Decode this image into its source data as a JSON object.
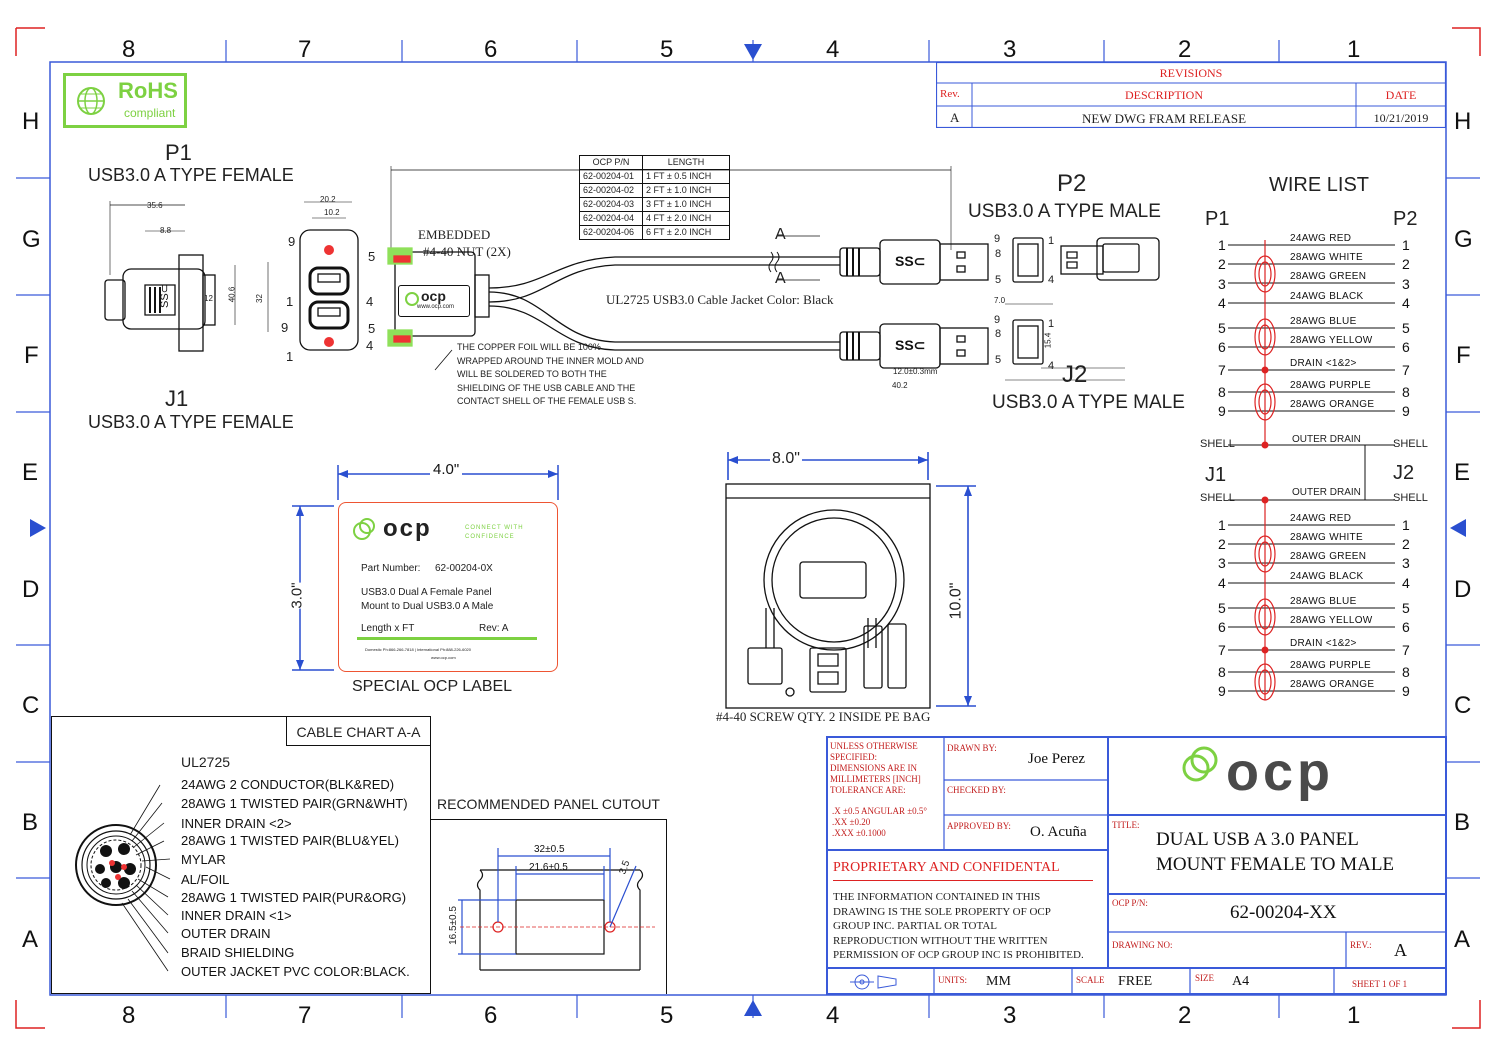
{
  "grid": {
    "columns_top": [
      "8",
      "7",
      "6",
      "5",
      "4",
      "3",
      "2",
      "1"
    ],
    "columns_bottom": [
      "8",
      "7",
      "6",
      "5",
      "4",
      "3",
      "2",
      "1"
    ],
    "rows_left": [
      "H",
      "G",
      "F",
      "E",
      "D",
      "C",
      "B",
      "A"
    ],
    "rows_right": [
      "H",
      "G",
      "F",
      "E",
      "D",
      "C",
      "B",
      "A"
    ]
  },
  "rohs": {
    "title": "RoHS",
    "subtitle": "compliant"
  },
  "revisions": {
    "title": "REVISIONS",
    "headers": [
      "Rev.",
      "DESCRIPTION",
      "DATE"
    ],
    "rows": [
      [
        "A",
        "NEW DWG FRAM RELEASE",
        "10/21/2019"
      ]
    ]
  },
  "p1": {
    "title": "P1",
    "subtitle": "USB3.0 A TYPE FEMALE"
  },
  "j1": {
    "title": "J1",
    "subtitle": "USB3.0 A TYPE FEMALE"
  },
  "p2": {
    "title": "P2",
    "subtitle": "USB3.0 A TYPE MALE"
  },
  "j2": {
    "title": "J2",
    "subtitle": "USB3.0 A TYPE MALE"
  },
  "dims": {
    "d356": "35.6",
    "d88": "8.8",
    "d406": "40.6",
    "d12": "12",
    "d202": "20.2",
    "d102": "10.2",
    "d32": "32",
    "d70": "7.0",
    "d154": "15.4",
    "d12mm": "12.0±0.3mm",
    "d402": "40.2"
  },
  "pins_female": [
    "9",
    "1",
    "9",
    "1",
    "5",
    "4",
    "5",
    "4"
  ],
  "pins_male_top": [
    "9",
    "8",
    "5",
    "1",
    "4"
  ],
  "pins_male_bottom": [
    "9",
    "8",
    "5",
    "1",
    "4"
  ],
  "embedded": {
    "line1": "EMBEDDED",
    "line2": "#4-40 NUT (2X)"
  },
  "length_table": {
    "headers": [
      "OCP P/N",
      "LENGTH"
    ],
    "rows": [
      [
        "62-00204-01",
        "1 FT ± 0.5 INCH"
      ],
      [
        "62-00204-02",
        "2 FT ± 1.0 INCH"
      ],
      [
        "62-00204-03",
        "3 FT ± 1.0 INCH"
      ],
      [
        "62-00204-04",
        "4 FT ± 2.0 INCH"
      ],
      [
        "62-00204-06",
        "6 FT ± 2.0 INCH"
      ]
    ]
  },
  "section_marks": [
    "A",
    "A"
  ],
  "cable_note": "UL2725 USB3.0 Cable Jacket Color: Black",
  "foil_note": [
    "THE COPPER FOIL WILL BE 100%",
    "WRAPPED AROUND THE INNER MOLD AND",
    "WILL BE SOLDERED TO BOTH THE",
    "SHIELDING OF THE USB CABLE AND THE",
    "CONTACT SHELL OF THE FEMALE USB S."
  ],
  "ocp_small": {
    "logo": "ocp",
    "url": "www.ocp.com"
  },
  "wire_list": {
    "title": "WIRE LIST",
    "left_top": "P1",
    "right_top": "P2",
    "left_bottom": "J1",
    "right_bottom": "J2",
    "shell": "SHELL",
    "outer_drain": "OUTER DRAIN",
    "rows": [
      {
        "n": "1",
        "label": "24AWG RED"
      },
      {
        "n": "2",
        "label": "28AWG WHITE"
      },
      {
        "n": "3",
        "label": "28AWG GREEN"
      },
      {
        "n": "4",
        "label": "24AWG BLACK"
      },
      {
        "n": "5",
        "label": "28AWG BLUE"
      },
      {
        "n": "6",
        "label": "28AWG YELLOW"
      },
      {
        "n": "7",
        "label": "DRAIN <1&2>"
      },
      {
        "n": "8",
        "label": "28AWG PURPLE"
      },
      {
        "n": "9",
        "label": "28AWG ORANGE"
      }
    ]
  },
  "label_card": {
    "width": "4.0\"",
    "height": "3.0\"",
    "logo": "ocp",
    "tagline_1": "CONNECT WITH",
    "tagline_2": "CONFIDENCE",
    "part_label": "Part Number:",
    "part_value": "62-00204-0X",
    "desc_1": "USB3.0 Dual A Female Panel",
    "desc_2": "Mount to Dual USB3.0 A Male",
    "length": "Length  x FT",
    "rev": "Rev: A",
    "contact": "Domestic Ph:866-266-7818 | International Ph:888-226-6020",
    "url": "www.ocp.com",
    "caption": "SPECIAL OCP LABEL"
  },
  "bag": {
    "width": "8.0\"",
    "height": "10.0\"",
    "caption": "#4-40 SCREW QTY. 2 INSIDE PE BAG"
  },
  "cable_chart": {
    "title": "CABLE CHART A-A",
    "header": "UL2725",
    "items": [
      "24AWG 2 CONDUCTOR(BLK&RED)",
      "28AWG 1 TWISTED PAIR(GRN&WHT)",
      "INNER DRAIN <2>",
      "28AWG 1 TWISTED PAIR(BLU&YEL)",
      "MYLAR",
      "AL/FOIL",
      "28AWG 1 TWISTED PAIR(PUR&ORG)",
      "INNER DRAIN <1>",
      "OUTER DRAIN",
      "BRAID SHIELDING",
      "OUTER JACKET PVC COLOR:BLACK."
    ]
  },
  "panel_cutout": {
    "title": "RECOMMENDED PANEL CUTOUT",
    "d1": "32±0.5",
    "d2": "21.6±0.5",
    "d3": "3.5",
    "d4": "16.5±0.5"
  },
  "title_block": {
    "tolerance_lines": [
      "UNLESS OTHERWISE",
      "SPECIFIED:",
      "DIMENSIONS ARE IN",
      "MILLIMETERS [INCH]",
      "TOLERANCE ARE:"
    ],
    "tol_x": ".X      ±0.5  ANGULAR ±0.5°",
    "tol_xx": ".XX     ±0.20",
    "tol_xxx": ".XXX  ±0.1000",
    "drawn_by_label": "DRAWN BY:",
    "drawn_by": "Joe Perez",
    "checked_by_label": "CHECKED BY:",
    "approved_by_label": "APPROVED BY:",
    "approved_by": "O. Acuña",
    "logo": "ocp",
    "title_label": "TITLE:",
    "title_1": "DUAL USB A 3.0 PANEL",
    "title_2": "MOUNT FEMALE TO MALE",
    "prop_title": "PROPRIETARY  AND CONFIDENTAL",
    "prop_lines": [
      "THE INFORMATION CONTAINED IN THIS",
      "DRAWING IS THE SOLE PROPERTY OF OCP",
      "GROUP INC.  PARTIAL OR TOTAL",
      "REPRODUCTION WITHOUT THE WRITTEN",
      "PERMISSION OF OCP GROUP INC IS PROHIBITED."
    ],
    "pn_label": "OCP P/N:",
    "pn": "62-00204-XX",
    "drawing_no_label": "DRAWING NO:",
    "rev_label": "REV.:",
    "rev": "A",
    "units_label": "UNITS:",
    "units": "MM",
    "scale_label": "SCALE",
    "scale": "FREE",
    "size_label": "SIZE",
    "size": "A4",
    "sheet": "SHEET 1 OF 1"
  },
  "colors": {
    "frame": "#3a5ad9",
    "red": "#d22020",
    "green": "#7dd142",
    "black": "#111111"
  }
}
